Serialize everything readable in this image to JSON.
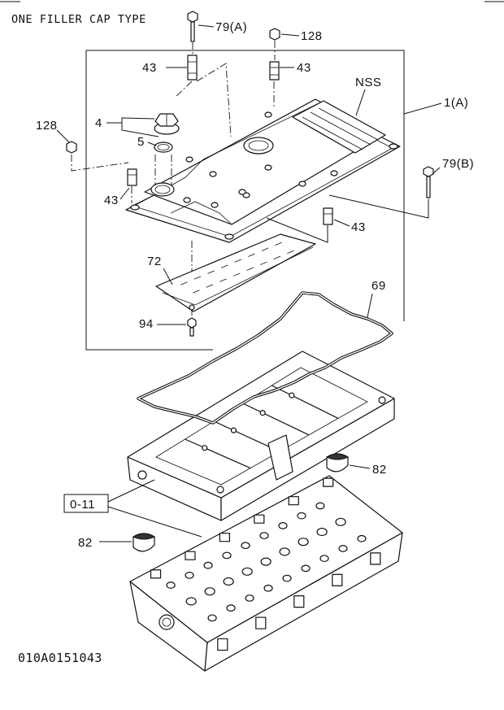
{
  "header": {
    "title": "ONE FILLER CAP TYPE"
  },
  "labels": {
    "bolt_79a": "79(A)",
    "nut_128_top": "128",
    "grommet_43_top_left": "43",
    "grommet_43_top_right": "43",
    "nss": "NSS",
    "cover_1a": "1(A)",
    "nut_128_left": "128",
    "cap_4": "4",
    "seal_5": "5",
    "bolt_79b": "79(B)",
    "grommet_43_left": "43",
    "grommet_43_right": "43",
    "plate_72": "72",
    "gasket_69": "69",
    "bolt_94": "94",
    "plug_82_right": "82",
    "assembly_0_11": "0-11",
    "plug_82_left": "82"
  },
  "footer": {
    "figure_code": "010A0151043"
  }
}
